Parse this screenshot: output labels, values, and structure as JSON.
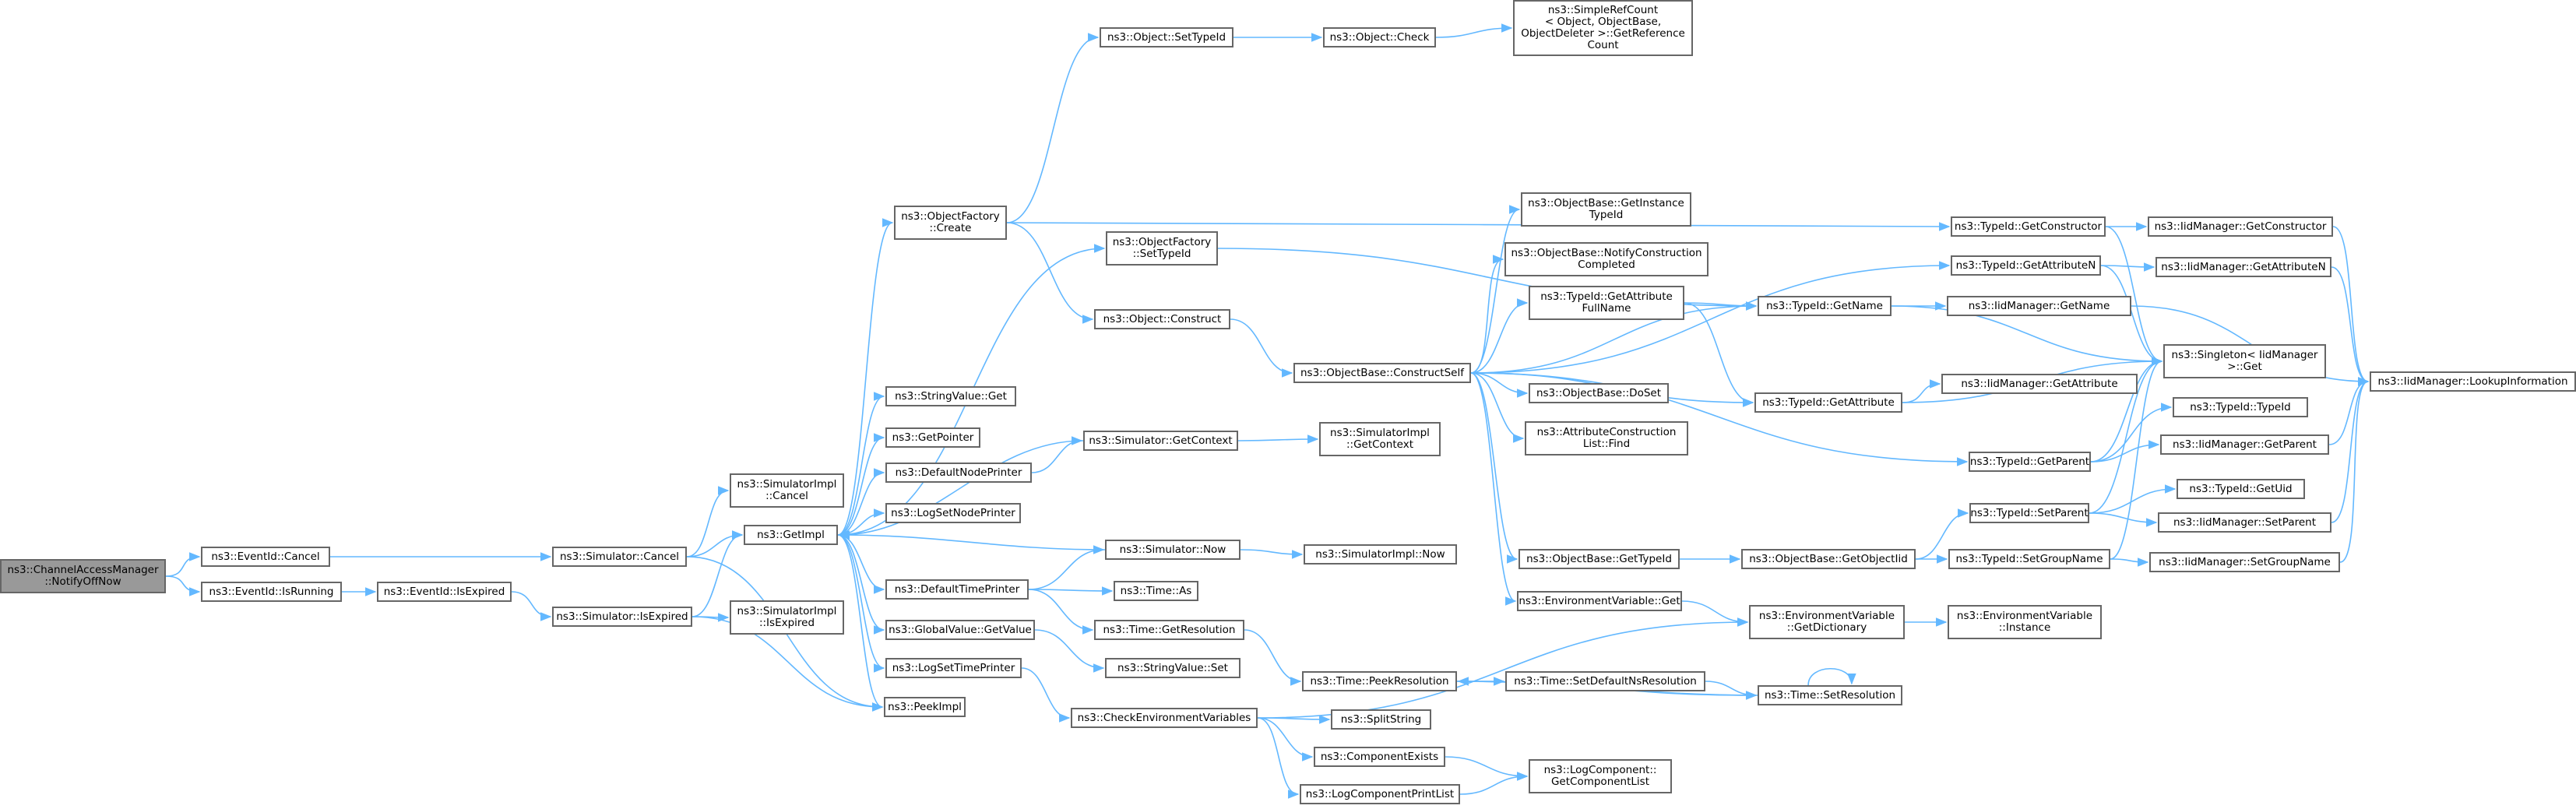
{
  "colors": {
    "edge": "#63b8ff",
    "node_border": "#666666",
    "node_fill": "#ffffff",
    "root_fill": "#999999"
  },
  "nodes": [
    {
      "id": "n0",
      "lines": [
        "ns3::ChannelAccessManager",
        "::NotifyOffNow"
      ],
      "root": true
    },
    {
      "id": "n1",
      "lines": [
        "ns3::EventId::Cancel"
      ]
    },
    {
      "id": "n2",
      "lines": [
        "ns3::EventId::IsRunning"
      ]
    },
    {
      "id": "n3",
      "lines": [
        "ns3::Simulator::Cancel"
      ]
    },
    {
      "id": "n4",
      "lines": [
        "ns3::EventId::IsExpired"
      ]
    },
    {
      "id": "n5",
      "lines": [
        "ns3::Simulator::IsExpired"
      ]
    },
    {
      "id": "n6",
      "lines": [
        "ns3::SimulatorImpl",
        "::Cancel"
      ]
    },
    {
      "id": "n7",
      "lines": [
        "ns3::GetImpl"
      ]
    },
    {
      "id": "n8",
      "lines": [
        "ns3::SimulatorImpl",
        "::IsExpired"
      ]
    },
    {
      "id": "n9",
      "lines": [
        "ns3::PeekImpl"
      ]
    },
    {
      "id": "n10",
      "lines": [
        "ns3::ObjectFactory",
        "::Create"
      ]
    },
    {
      "id": "n11",
      "lines": [
        "ns3::ObjectFactory",
        "::SetTypeId"
      ]
    },
    {
      "id": "n12",
      "lines": [
        "ns3::StringValue::Get"
      ]
    },
    {
      "id": "n13",
      "lines": [
        "ns3::GetPointer"
      ]
    },
    {
      "id": "n14",
      "lines": [
        "ns3::DefaultNodePrinter"
      ]
    },
    {
      "id": "n15",
      "lines": [
        "ns3::LogSetNodePrinter"
      ]
    },
    {
      "id": "n16",
      "lines": [
        "ns3::DefaultTimePrinter"
      ]
    },
    {
      "id": "n17",
      "lines": [
        "ns3::GlobalValue::GetValue"
      ]
    },
    {
      "id": "n18",
      "lines": [
        "ns3::LogSetTimePrinter"
      ]
    },
    {
      "id": "n19",
      "lines": [
        "ns3::Object::SetTypeId"
      ]
    },
    {
      "id": "n20",
      "lines": [
        "ns3::Object::Construct"
      ]
    },
    {
      "id": "n21",
      "lines": [
        "ns3::Simulator::GetContext"
      ]
    },
    {
      "id": "n22",
      "lines": [
        "ns3::Simulator::Now"
      ]
    },
    {
      "id": "n23",
      "lines": [
        "ns3::Time::As"
      ]
    },
    {
      "id": "n24",
      "lines": [
        "ns3::Time::GetResolution"
      ]
    },
    {
      "id": "n25",
      "lines": [
        "ns3::StringValue::Set"
      ]
    },
    {
      "id": "n26",
      "lines": [
        "ns3::CheckEnvironmentVariables"
      ]
    },
    {
      "id": "n27",
      "lines": [
        "ns3::Object::Check"
      ]
    },
    {
      "id": "n28",
      "lines": [
        "ns3::ObjectBase::ConstructSelf"
      ]
    },
    {
      "id": "n29",
      "lines": [
        "ns3::SimulatorImpl",
        "::GetContext"
      ]
    },
    {
      "id": "n30",
      "lines": [
        "ns3::SimulatorImpl::Now"
      ]
    },
    {
      "id": "n31",
      "lines": [
        "ns3::Time::PeekResolution"
      ]
    },
    {
      "id": "n32",
      "lines": [
        "ns3::SplitString"
      ]
    },
    {
      "id": "n33",
      "lines": [
        "ns3::ComponentExists"
      ]
    },
    {
      "id": "n34",
      "lines": [
        "ns3::LogComponentPrintList"
      ]
    },
    {
      "id": "n35",
      "lines": [
        "ns3::SimpleRefCount",
        "< Object, ObjectBase,",
        "ObjectDeleter >::GetReference",
        "Count"
      ]
    },
    {
      "id": "n36",
      "lines": [
        "ns3::ObjectBase::GetInstance",
        "TypeId"
      ]
    },
    {
      "id": "n37",
      "lines": [
        "ns3::ObjectBase::NotifyConstruction",
        "Completed"
      ]
    },
    {
      "id": "n38",
      "lines": [
        "ns3::TypeId::GetAttribute",
        "FullName"
      ]
    },
    {
      "id": "n39",
      "lines": [
        "ns3::ObjectBase::DoSet"
      ]
    },
    {
      "id": "n40",
      "lines": [
        "ns3::AttributeConstruction",
        "List::Find"
      ]
    },
    {
      "id": "n41",
      "lines": [
        "ns3::ObjectBase::GetTypeId"
      ]
    },
    {
      "id": "n42",
      "lines": [
        "ns3::EnvironmentVariable::Get"
      ]
    },
    {
      "id": "n43",
      "lines": [
        "ns3::Time::SetDefaultNsResolution"
      ]
    },
    {
      "id": "n44",
      "lines": [
        "ns3::LogComponent::",
        "GetComponentList"
      ]
    },
    {
      "id": "n45",
      "lines": [
        "ns3::TypeId::GetName"
      ]
    },
    {
      "id": "n46",
      "lines": [
        "ns3::TypeId::GetAttribute"
      ]
    },
    {
      "id": "n47",
      "lines": [
        "ns3::ObjectBase::GetObjectIid"
      ]
    },
    {
      "id": "n48",
      "lines": [
        "ns3::EnvironmentVariable",
        "::GetDictionary"
      ]
    },
    {
      "id": "n49",
      "lines": [
        "ns3::Time::SetResolution"
      ]
    },
    {
      "id": "n50",
      "lines": [
        "ns3::TypeId::GetConstructor"
      ]
    },
    {
      "id": "n51",
      "lines": [
        "ns3::TypeId::GetAttributeN"
      ]
    },
    {
      "id": "n52",
      "lines": [
        "ns3::IidManager::GetName"
      ]
    },
    {
      "id": "n53",
      "lines": [
        "ns3::IidManager::GetAttribute"
      ]
    },
    {
      "id": "n54",
      "lines": [
        "ns3::TypeId::GetParent"
      ]
    },
    {
      "id": "n55",
      "lines": [
        "ns3::TypeId::SetParent"
      ]
    },
    {
      "id": "n56",
      "lines": [
        "ns3::TypeId::SetGroupName"
      ]
    },
    {
      "id": "n57",
      "lines": [
        "ns3::EnvironmentVariable",
        "::Instance"
      ]
    },
    {
      "id": "n58",
      "lines": [
        "ns3::IidManager::GetConstructor"
      ]
    },
    {
      "id": "n59",
      "lines": [
        "ns3::IidManager::GetAttributeN"
      ]
    },
    {
      "id": "n60",
      "lines": [
        "ns3::Singleton< IidManager",
        ">::Get"
      ]
    },
    {
      "id": "n61",
      "lines": [
        "ns3::TypeId::TypeId"
      ]
    },
    {
      "id": "n62",
      "lines": [
        "ns3::IidManager::GetParent"
      ]
    },
    {
      "id": "n63",
      "lines": [
        "ns3::TypeId::GetUid"
      ]
    },
    {
      "id": "n64",
      "lines": [
        "ns3::IidManager::SetParent"
      ]
    },
    {
      "id": "n65",
      "lines": [
        "ns3::IidManager::SetGroupName"
      ]
    },
    {
      "id": "n66",
      "lines": [
        "ns3::IidManager::LookupInformation"
      ]
    }
  ],
  "edges": [
    [
      "n0",
      "n1"
    ],
    [
      "n0",
      "n2"
    ],
    [
      "n1",
      "n3"
    ],
    [
      "n2",
      "n4"
    ],
    [
      "n4",
      "n5"
    ],
    [
      "n3",
      "n6"
    ],
    [
      "n3",
      "n7"
    ],
    [
      "n3",
      "n9"
    ],
    [
      "n5",
      "n7"
    ],
    [
      "n5",
      "n8"
    ],
    [
      "n5",
      "n9"
    ],
    [
      "n7",
      "n10"
    ],
    [
      "n7",
      "n11"
    ],
    [
      "n7",
      "n12"
    ],
    [
      "n7",
      "n13"
    ],
    [
      "n7",
      "n14"
    ],
    [
      "n7",
      "n15"
    ],
    [
      "n7",
      "n16"
    ],
    [
      "n7",
      "n17"
    ],
    [
      "n7",
      "n18"
    ],
    [
      "n7",
      "n9"
    ],
    [
      "n10",
      "n19"
    ],
    [
      "n10",
      "n20"
    ],
    [
      "n10",
      "n50"
    ],
    [
      "n19",
      "n27"
    ],
    [
      "n27",
      "n35"
    ],
    [
      "n11",
      "n45"
    ],
    [
      "n20",
      "n28"
    ],
    [
      "n14",
      "n21"
    ],
    [
      "n21",
      "n29"
    ],
    [
      "n21",
      "n7"
    ],
    [
      "n16",
      "n22"
    ],
    [
      "n16",
      "n23"
    ],
    [
      "n16",
      "n24"
    ],
    [
      "n22",
      "n30"
    ],
    [
      "n22",
      "n7"
    ],
    [
      "n17",
      "n25"
    ],
    [
      "n24",
      "n31"
    ],
    [
      "n18",
      "n26"
    ],
    [
      "n26",
      "n32"
    ],
    [
      "n26",
      "n33"
    ],
    [
      "n26",
      "n34"
    ],
    [
      "n26",
      "n48"
    ],
    [
      "n33",
      "n44"
    ],
    [
      "n34",
      "n44"
    ],
    [
      "n31",
      "n43"
    ],
    [
      "n31",
      "n49"
    ],
    [
      "n43",
      "n49"
    ],
    [
      "n49",
      "n31"
    ],
    [
      "n49",
      "n49"
    ],
    [
      "n28",
      "n36"
    ],
    [
      "n28",
      "n37"
    ],
    [
      "n28",
      "n38"
    ],
    [
      "n28",
      "n39"
    ],
    [
      "n28",
      "n40"
    ],
    [
      "n28",
      "n41"
    ],
    [
      "n28",
      "n42"
    ],
    [
      "n28",
      "n45"
    ],
    [
      "n28",
      "n46"
    ],
    [
      "n28",
      "n51"
    ],
    [
      "n28",
      "n54"
    ],
    [
      "n38",
      "n45"
    ],
    [
      "n38",
      "n46"
    ],
    [
      "n41",
      "n47"
    ],
    [
      "n47",
      "n55"
    ],
    [
      "n47",
      "n56"
    ],
    [
      "n42",
      "n48"
    ],
    [
      "n48",
      "n57"
    ],
    [
      "n45",
      "n52"
    ],
    [
      "n45",
      "n60"
    ],
    [
      "n46",
      "n53"
    ],
    [
      "n46",
      "n60"
    ],
    [
      "n50",
      "n58"
    ],
    [
      "n50",
      "n60"
    ],
    [
      "n51",
      "n59"
    ],
    [
      "n51",
      "n60"
    ],
    [
      "n54",
      "n61"
    ],
    [
      "n54",
      "n62"
    ],
    [
      "n54",
      "n60"
    ],
    [
      "n55",
      "n63"
    ],
    [
      "n55",
      "n64"
    ],
    [
      "n55",
      "n60"
    ],
    [
      "n56",
      "n65"
    ],
    [
      "n56",
      "n60"
    ],
    [
      "n52",
      "n66"
    ],
    [
      "n58",
      "n66"
    ],
    [
      "n59",
      "n66"
    ],
    [
      "n62",
      "n66"
    ],
    [
      "n64",
      "n66"
    ],
    [
      "n65",
      "n66"
    ]
  ]
}
